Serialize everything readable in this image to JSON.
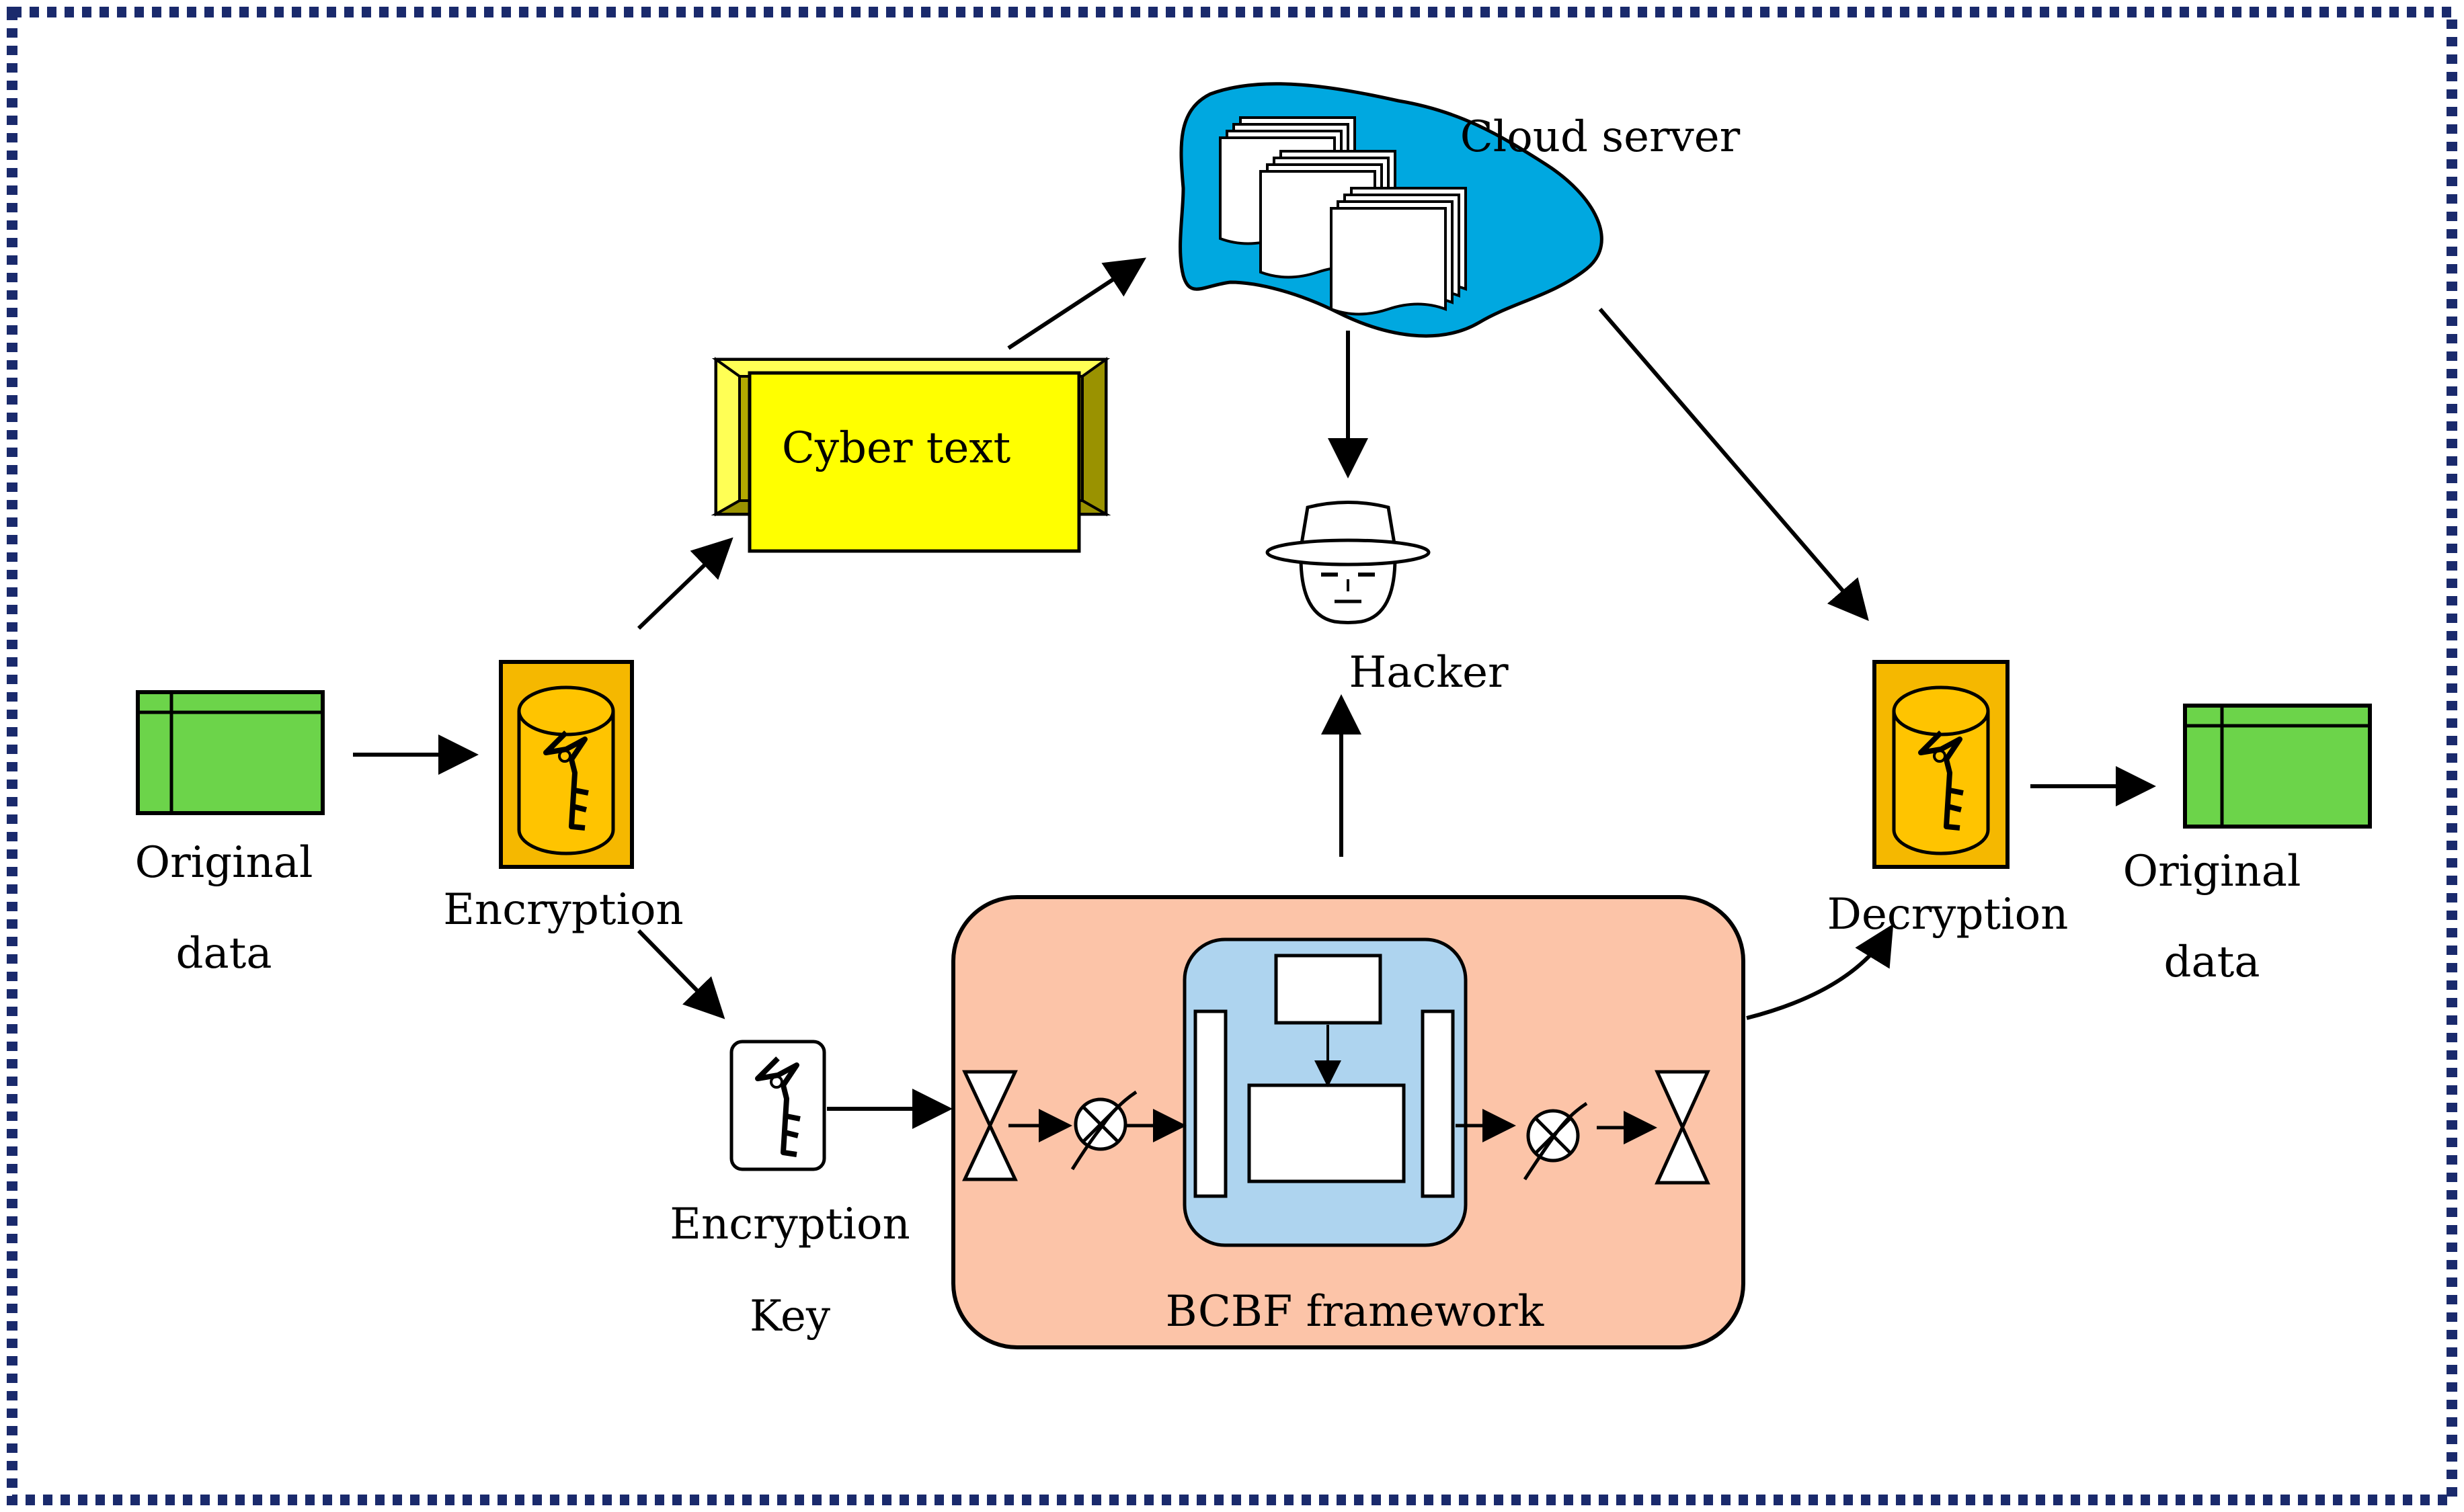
{
  "labels": {
    "original_data_left_line1": "Original",
    "original_data_left_line2": "data",
    "encryption": "Encryption",
    "cyber_text": "Cyber text",
    "cloud_server": "Cloud server",
    "hacker": "Hacker",
    "decryption": "Decryption",
    "original_data_right_line1": "Original",
    "original_data_right_line2": "data",
    "encryption_key_line1": "Encryption",
    "encryption_key_line2": "Key",
    "framework": "BCBF framework"
  },
  "colors": {
    "frame_border": "#1a2a6c",
    "data_table": "#6cd44a",
    "crypto_box": "#f5b800",
    "crypto_cylinder": "#ffc400",
    "cyber_text": "#ffff00",
    "cyber_text_shade": "#b3a900",
    "cloud": "#00a8e0",
    "framework_bg": "#fcc4a8",
    "framework_inner": "#aed4ef"
  }
}
